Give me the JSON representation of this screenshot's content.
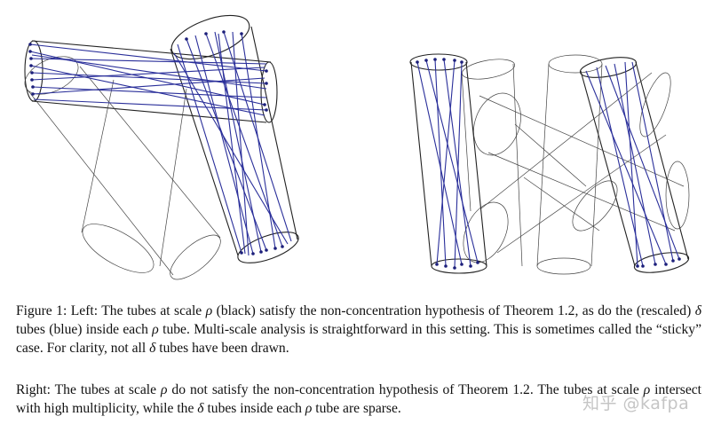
{
  "caption": {
    "left": {
      "p1": "Figure 1: Left: The tubes at scale ",
      "rho1": "ρ",
      "p2": " (black) satisfy the non-concentration hypothesis of Theorem 1.2, as do the (rescaled) ",
      "delta1": "δ",
      "p3": " tubes (blue) inside each ",
      "rho2": "ρ",
      "p4": " tube. Multi-scale analysis is straightforward in this setting. This is sometimes called the “sticky” case. For clarity, not all ",
      "delta2": "δ",
      "p5": " tubes have been drawn."
    },
    "right": {
      "p1": "Right: The tubes at scale ",
      "rho1": "ρ",
      "p2": " do not satisfy the non-concentration hypothesis of Theorem 1.2. The tubes at scale ",
      "rho2": "ρ",
      "p3": " intersect with high multiplicity, while the ",
      "delta1": "δ",
      "p4": " tubes inside each ",
      "rho3": "ρ",
      "p5": " tube are sparse."
    }
  },
  "watermark": "知乎 @kafpa",
  "colors": {
    "tube_outline": "#222222",
    "delta_tube": "#2a2f9a"
  }
}
